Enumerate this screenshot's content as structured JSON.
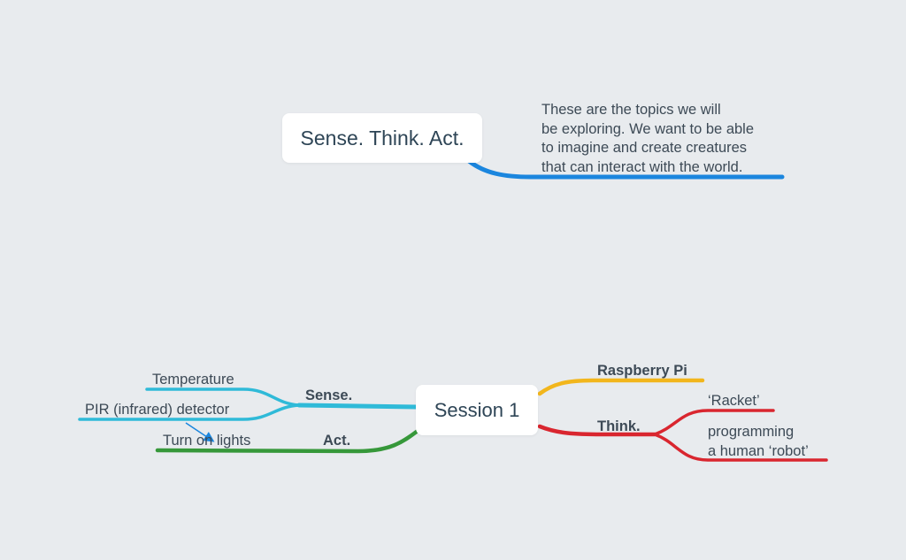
{
  "colors": {
    "background": "#e8ebee",
    "blue": "#1b86de",
    "cyan": "#2fbad8",
    "green": "#36983a",
    "yellow": "#f2b61c",
    "red": "#d9262f",
    "text": "#3d4a56"
  },
  "topic": {
    "title": "Sense. Think. Act.",
    "note_lines": [
      "These are the topics we will",
      "be exploring. We want to be able",
      "to imagine and create creatures",
      "that can interact with the world."
    ]
  },
  "session": {
    "title": "Session 1",
    "sense": {
      "label": "Sense.",
      "children": [
        "Temperature",
        "PIR (infrared) detector"
      ]
    },
    "act": {
      "label": "Act.",
      "children": [
        "Turn on lights"
      ]
    },
    "raspberry": {
      "label": "Raspberry Pi"
    },
    "think": {
      "label": "Think.",
      "children": [
        "‘Racket’"
      ],
      "programming_lines": [
        "programming",
        "a human ‘robot’"
      ]
    }
  }
}
